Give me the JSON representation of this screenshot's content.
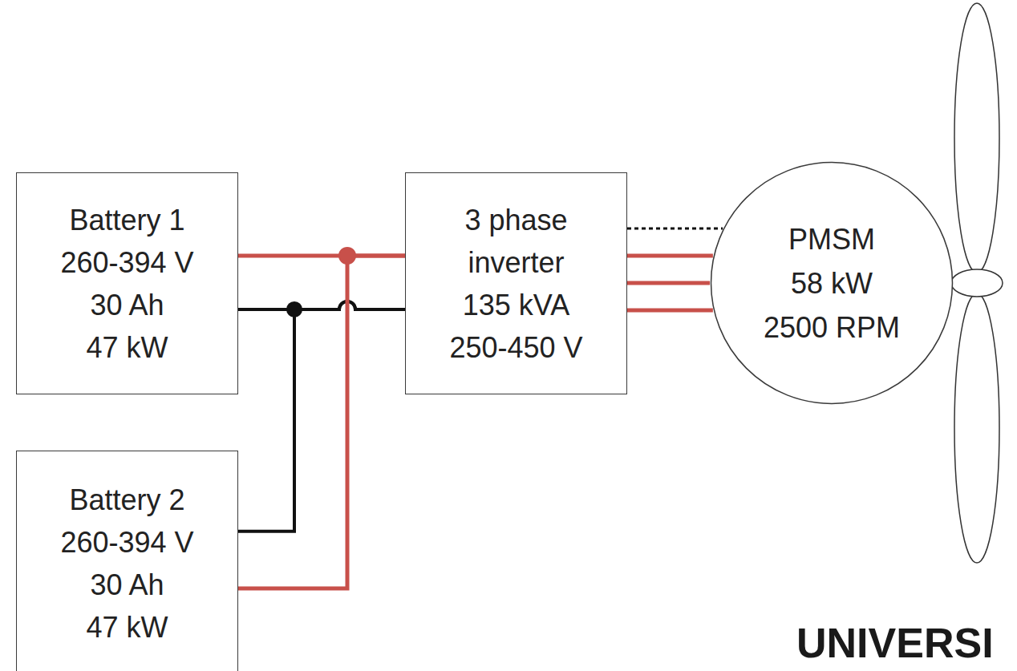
{
  "diagram": {
    "nodes": [
      {
        "text": [
          "Battery 1",
          "260-394 V",
          "30 Ah",
          "47 kW"
        ]
      },
      {
        "text": [
          "Battery 2",
          "260-394 V",
          "30 Ah",
          "47 kW"
        ]
      },
      {
        "text": [
          "3 phase",
          "inverter",
          "135 kVA",
          "250-450 V"
        ]
      },
      {
        "text": [
          "PMSM",
          "58 kW",
          "2500 RPM"
        ]
      }
    ],
    "edges": [
      {
        "from": 0,
        "to": 2,
        "arrow": "none"
      },
      {
        "from": 0,
        "to": 2,
        "arrow": "none"
      },
      {
        "from": 1,
        "to": 2,
        "arrow": "none"
      },
      {
        "from": 1,
        "to": 2,
        "arrow": "none"
      },
      {
        "from": 2,
        "to": 3,
        "arrow": "none"
      },
      {
        "from": 2,
        "to": 3,
        "arrow": "none"
      },
      {
        "from": 2,
        "to": 3,
        "arrow": "none"
      },
      {
        "from": 2,
        "to": 3,
        "arrow": "none"
      }
    ],
    "labels": [
      "UNIVERSI"
    ]
  }
}
